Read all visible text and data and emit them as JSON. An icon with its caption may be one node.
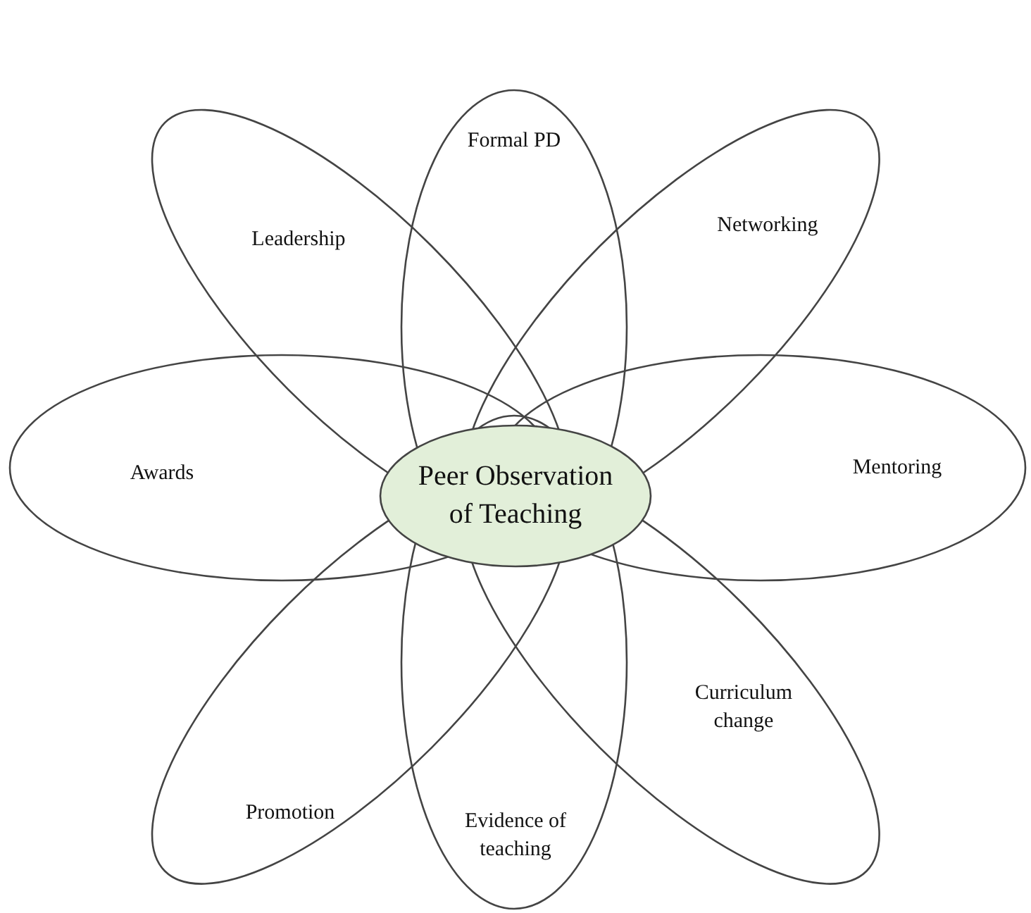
{
  "diagram": {
    "nodes": [
      {
        "text": [
          "Formal PD"
        ]
      },
      {
        "text": [
          "Leadership"
        ]
      },
      {
        "text": [
          "Networking"
        ]
      },
      {
        "text": [
          "Awards"
        ]
      },
      {
        "text": [
          "Peer Observation of Teaching"
        ]
      },
      {
        "text": [
          "Mentoring"
        ]
      },
      {
        "text": [
          "Curriculum change"
        ]
      },
      {
        "text": [
          "Promotion"
        ]
      },
      {
        "text": [
          "Evidence of teaching"
        ]
      }
    ]
  }
}
